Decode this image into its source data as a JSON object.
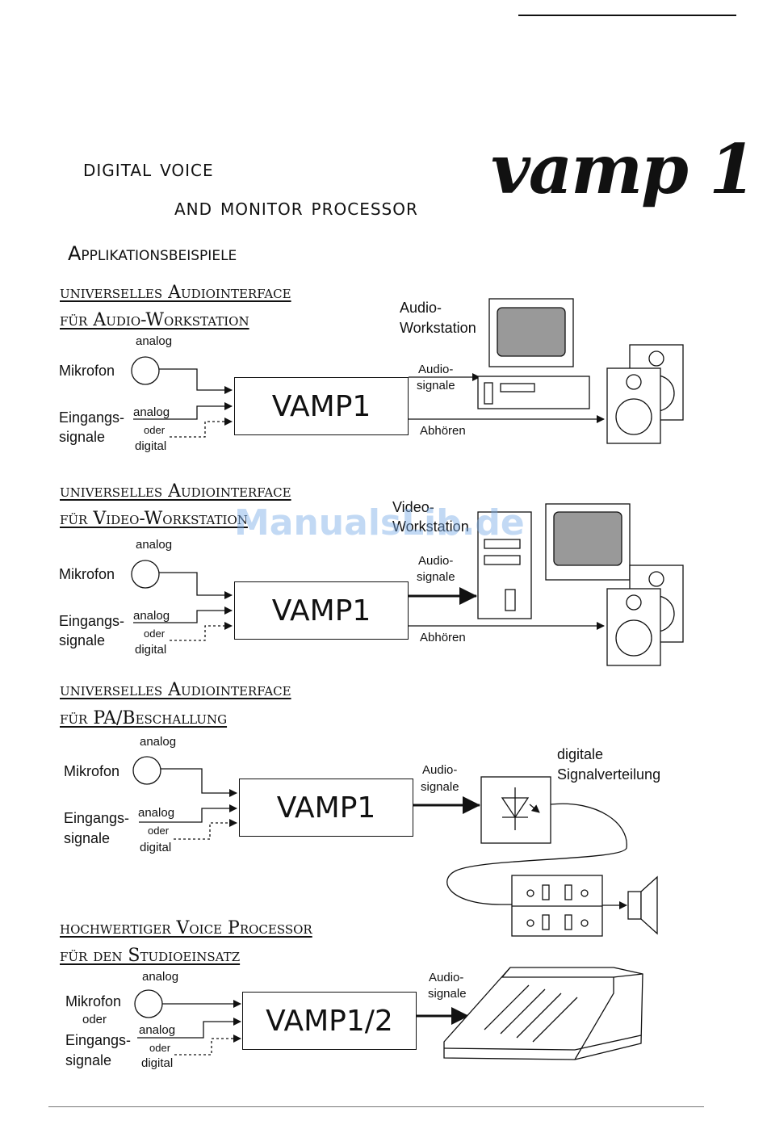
{
  "header": {
    "tagline_line1": "digital voice",
    "tagline_line2": "and monitor processor",
    "brand": "vamp 1",
    "subtitle": "Applikationsbeispiele"
  },
  "watermark": "ManualsLib.de",
  "sections": [
    {
      "title_line1": "universelles Audiointerface",
      "title_line2": "für Audio-Workstation",
      "mic_label": "Mikrofon",
      "mic_analog": "analog",
      "inputs_label_1": "Eingangs-",
      "inputs_label_2": "signale",
      "in_analog": "analog",
      "in_oder": "oder",
      "in_digital": "digital",
      "processor": "VAMP1",
      "device_label_1": "Audio-",
      "device_label_2": "Workstation",
      "out_label_1": "Audio-",
      "out_label_2": "signale",
      "monitor_label": "Abhören"
    },
    {
      "title_line1": "universelles Audiointerface",
      "title_line2": "für Video-Workstation",
      "mic_label": "Mikrofon",
      "mic_analog": "analog",
      "inputs_label_1": "Eingangs-",
      "inputs_label_2": "signale",
      "in_analog": "analog",
      "in_oder": "oder",
      "in_digital": "digital",
      "processor": "VAMP1",
      "device_label_1": "Video-",
      "device_label_2": "Workstation",
      "out_label_1": "Audio-",
      "out_label_2": "signale",
      "monitor_label": "Abhören"
    },
    {
      "title_line1": "universelles Audiointerface",
      "title_line2": "für PA/Beschallung",
      "mic_label": "Mikrofon",
      "mic_analog": "analog",
      "inputs_label_1": "Eingangs-",
      "inputs_label_2": "signale",
      "in_analog": "analog",
      "in_oder": "oder",
      "in_digital": "digital",
      "processor": "VAMP1",
      "out_label_1": "Audio-",
      "out_label_2": "signale",
      "dist_label_1": "digitale",
      "dist_label_2": "Signalverteilung"
    },
    {
      "title_line1": "hochwertiger Voice Processor",
      "title_line2": "für den Studioeinsatz",
      "mic_label": "Mikrofon",
      "mic_oder": "oder",
      "mic_analog": "analog",
      "inputs_label_1": "Eingangs-",
      "inputs_label_2": "signale",
      "in_analog": "analog",
      "in_oder": "oder",
      "in_digital": "digital",
      "processor": "VAMP1/2",
      "out_label_1": "Audio-",
      "out_label_2": "signale"
    }
  ]
}
